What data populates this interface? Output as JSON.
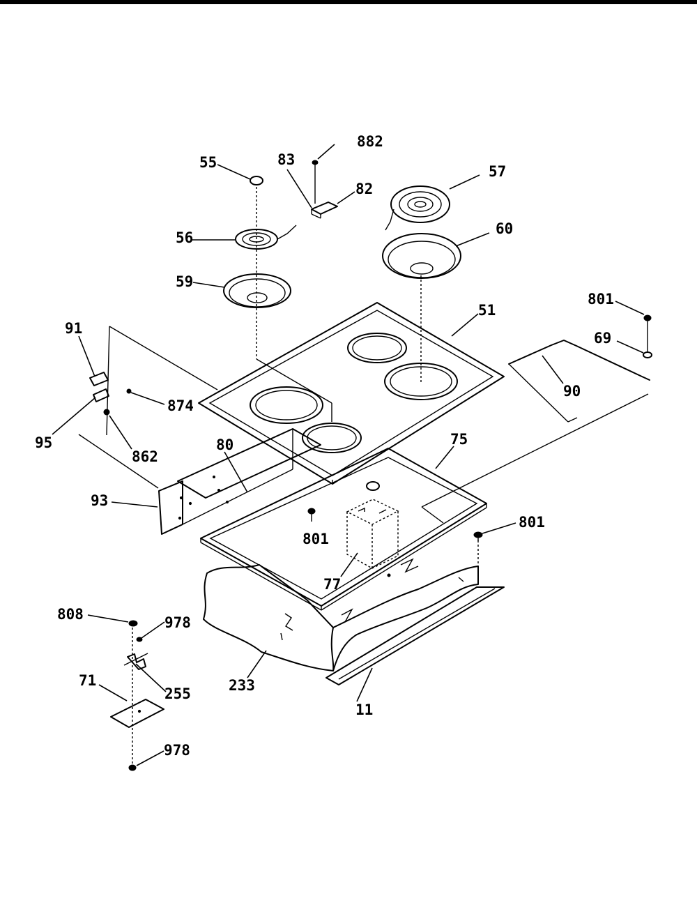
{
  "callouts": {
    "c882": "882",
    "c55": "55",
    "c83": "83",
    "c82": "82",
    "c57": "57",
    "c56": "56",
    "c60": "60",
    "c59": "59",
    "c51": "51",
    "c801_top": "801",
    "c91": "91",
    "c69": "69",
    "c90": "90",
    "c874": "874",
    "c95": "95",
    "c862": "862",
    "c80": "80",
    "c75": "75",
    "c93": "93",
    "c801_mid": "801",
    "c801_right": "801",
    "c77": "77",
    "c808": "808",
    "c978_upper": "978",
    "c255": "255",
    "c233": "233",
    "c11": "11",
    "c71": "71",
    "c978_lower": "978"
  }
}
